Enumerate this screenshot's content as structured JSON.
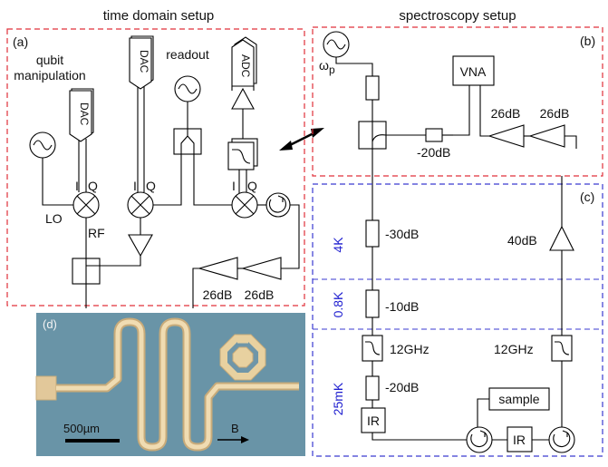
{
  "titles": {
    "time_domain": "time domain setup",
    "spectroscopy": "spectroscopy setup"
  },
  "panels": {
    "a": "(a)",
    "b": "(b)",
    "c": "(c)",
    "d": "(d)"
  },
  "panel_a": {
    "qubit_line1": "qubit",
    "qubit_line2": "manipulation",
    "readout": "readout",
    "dac": "DAC",
    "adc": "ADC",
    "i": "I",
    "q": "Q",
    "lo": "LO",
    "rf": "RF",
    "amp_gain": "26dB"
  },
  "panel_b": {
    "source": "ω",
    "source_sub": "p",
    "vna": "VNA",
    "atten": "-20dB",
    "amp_gain": "26dB"
  },
  "panel_c": {
    "temp_4k": "4K",
    "temp_08k": "0.8K",
    "temp_25mk": "25mK",
    "atten_30": "-30dB",
    "atten_10": "-10dB",
    "atten_20": "-20dB",
    "filter": "12GHz",
    "ir": "IR",
    "sample": "sample",
    "hemt": "40dB"
  },
  "panel_d": {
    "scalebar": "500µm",
    "field": "B"
  },
  "colors": {
    "setup_box": "#e0303a",
    "cryo_box": "#3a3ad0",
    "photo_background": "#5f8aa0",
    "resonator": "#e2c89a"
  }
}
